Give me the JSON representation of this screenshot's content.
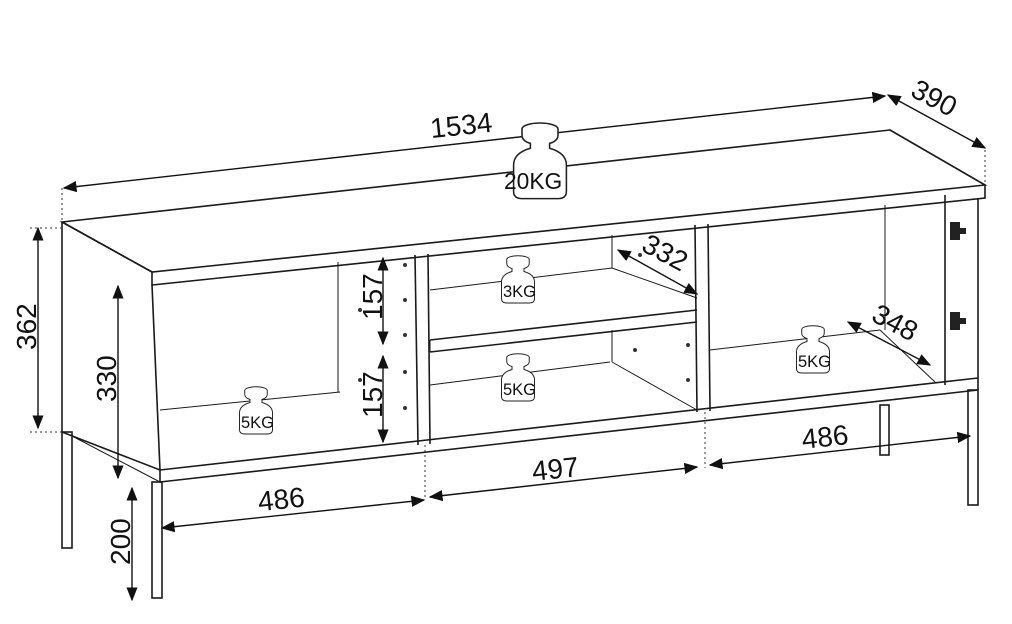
{
  "dimensions": {
    "total_width": "1534",
    "depth": "390",
    "total_height": "362",
    "inner_height": "330",
    "shelf_upper": "157",
    "shelf_lower": "157",
    "inner_depth_middle": "332",
    "inner_depth_right": "348",
    "left_width": "486",
    "middle_width": "497",
    "right_width": "486",
    "leg_height": "200"
  },
  "load_limits": {
    "top": "20KG",
    "middle_upper": "3KG",
    "middle_lower": "5KG",
    "left": "5KG",
    "right": "5KG"
  }
}
